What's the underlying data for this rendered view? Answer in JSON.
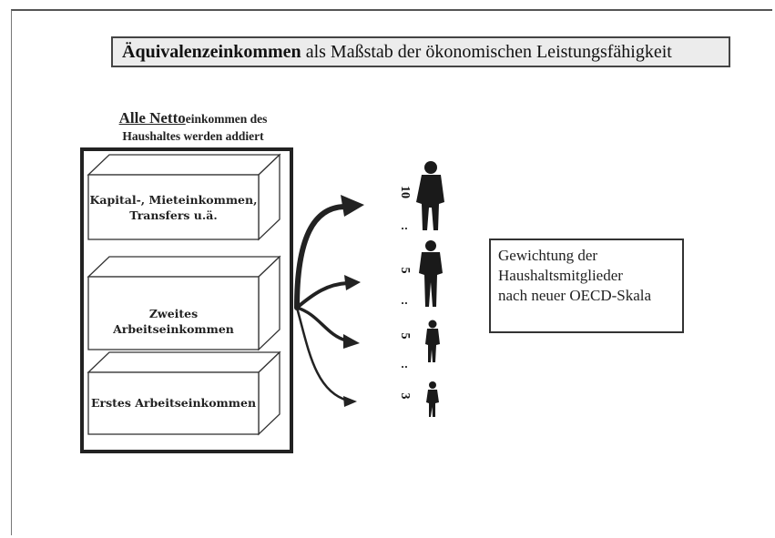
{
  "title": {
    "bold_part": "Äquivalenzeinkommen",
    "rest": " als Maßstab der ökonomischen Leistungsfähigkeit"
  },
  "heading": {
    "big": "Alle Netto",
    "small": "einkommen des",
    "line2": "Haushaltes werden addiert"
  },
  "income_boxes": [
    {
      "line1": "Kapital-, Mieteinkommen,",
      "line2": "Transfers u.ä."
    },
    {
      "line1": "Zweites Arbeitseinkommen",
      "line2": ""
    },
    {
      "line1": "Erstes Arbeitseinkommen",
      "line2": ""
    }
  ],
  "scale": {
    "values": [
      "10",
      "5",
      "5",
      "3"
    ],
    "separator": ":"
  },
  "note": {
    "lines": [
      "Gewichtung der",
      "Haushaltsmitglieder",
      "nach neuer OECD-Skala"
    ]
  },
  "colors": {
    "ink": "#222222",
    "title_bg": "#ececec",
    "box_face": "#ffffff"
  }
}
